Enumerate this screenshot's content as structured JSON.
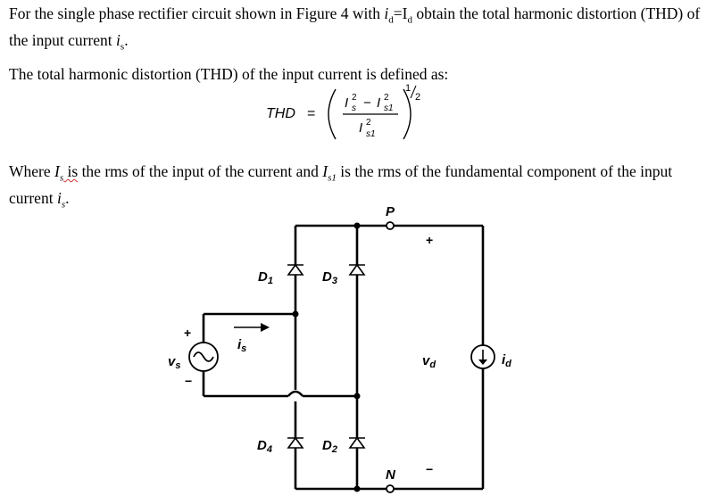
{
  "intro": {
    "t1": "For the single phase rectifier circuit shown in Figure 4 with ",
    "id_sym": "i",
    "id_sub": "d",
    "eq": "=I",
    "Id_sub": "d",
    "t2": " obtain the total harmonic distortion (THD) of the input current ",
    "is_sym": "i",
    "is_sub": "s",
    "end": "."
  },
  "definition": "The total harmonic distortion (THD) of the input current is defined as:",
  "formula": {
    "lhs": "THD",
    "equals": "=",
    "num_a": "I",
    "num_a_sup": "2",
    "num_a_sub": "s",
    "minus": "−",
    "num_b": "I",
    "num_b_sup": "2",
    "num_b_sub": "s1",
    "den": "I",
    "den_sup": "2",
    "den_sub": "s1",
    "exp_num": "1",
    "exp_den": "2"
  },
  "where": {
    "t1": "Where ",
    "Is": "I",
    "Is_sub": "s",
    "is_word": " is",
    "t2": " the rms of the input of the current and ",
    "Is1": "I",
    "Is1_sub": "s1",
    "t3": " is the rms of the fundamental component of the input current ",
    "is": "i",
    "is_sub": "s",
    "end": "."
  },
  "circuit": {
    "node_p": "P",
    "node_n": "N",
    "plus_left": "+",
    "minus_left": "−",
    "plus_right": "+",
    "minus_right": "−",
    "vs": "v",
    "vs_sub": "s",
    "is_label": "i",
    "is_label_sub": "s",
    "vd": "v",
    "vd_sub": "d",
    "id_label": "i",
    "id_label_sub": "d",
    "d1": "D",
    "d1_sub": "1",
    "d2": "D",
    "d2_sub": "2",
    "d3": "D",
    "d3_sub": "3",
    "d4": "D",
    "d4_sub": "4"
  }
}
